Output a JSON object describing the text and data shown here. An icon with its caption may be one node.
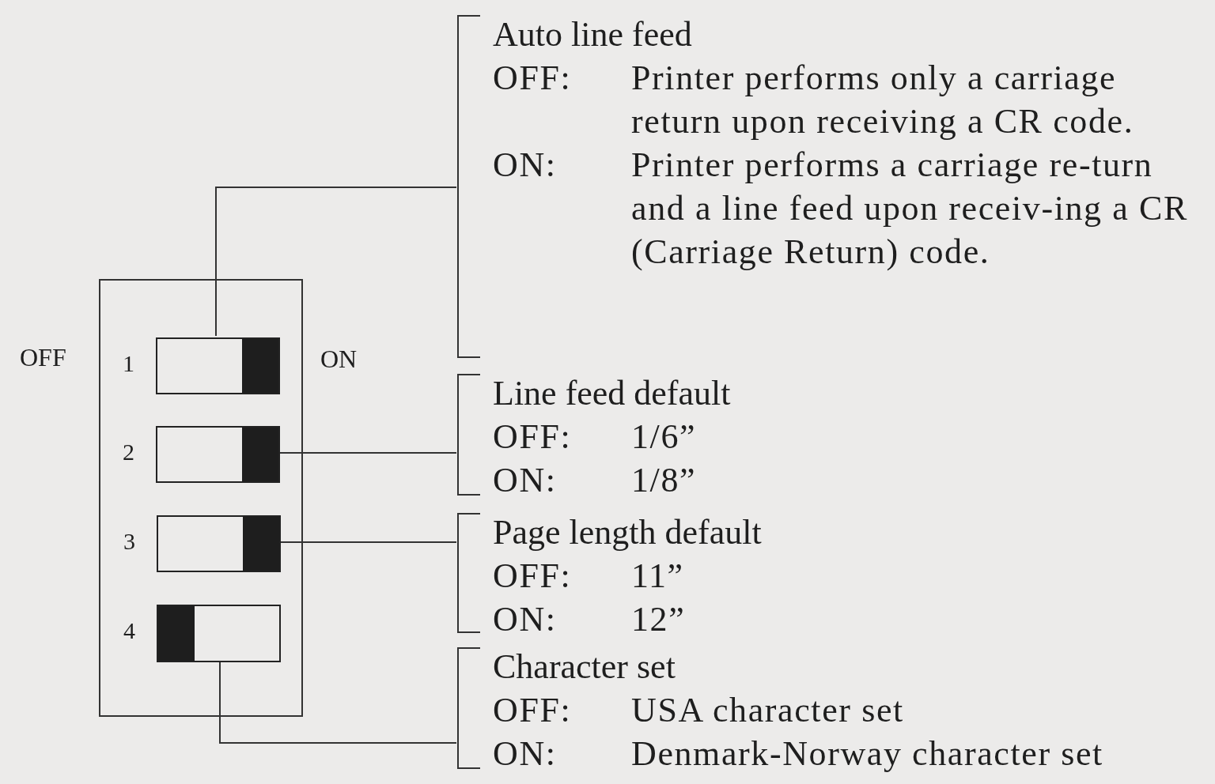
{
  "diagram": {
    "nodes": [
      {
        "text": [],
        "shape": "box"
      },
      {
        "text": [],
        "shape": "bar",
        "in": 0,
        "beside": [
          "1"
        ]
      },
      {
        "text": [],
        "shape": "bar",
        "in": 0,
        "beside": [
          "2"
        ]
      },
      {
        "text": [],
        "shape": "bar",
        "in": 0,
        "beside": [
          "3"
        ]
      },
      {
        "text": [],
        "shape": "bar",
        "in": 0,
        "beside": [
          "4"
        ]
      },
      {
        "text": [
          "Auto line feed",
          "OFF:",
          "Printer performs only a carriage return upon receiving a CR code.",
          "ON:",
          "Printer performs a carriage re-turn and a line feed upon receiv-ing a CR (Carriage Return) code."
        ]
      },
      {
        "text": [
          "Line feed default",
          "OFF:",
          "1/6”",
          "ON:",
          "1/8”"
        ]
      },
      {
        "text": [
          "Page length default",
          "OFF:",
          "11”",
          "ON:",
          "12”"
        ]
      },
      {
        "text": [
          "Character set",
          "OFF:",
          "USA character set",
          "ON:",
          "Denmark-Norway character set"
        ]
      }
    ],
    "edges": [
      {
        "from": 1,
        "to": 5,
        "arrow": "none"
      },
      {
        "from": 2,
        "to": 6,
        "arrow": "none"
      },
      {
        "from": 3,
        "to": 7,
        "arrow": "none"
      },
      {
        "from": 4,
        "to": 8,
        "arrow": "none"
      }
    ],
    "labels": [
      "OFF",
      "ON"
    ]
  }
}
